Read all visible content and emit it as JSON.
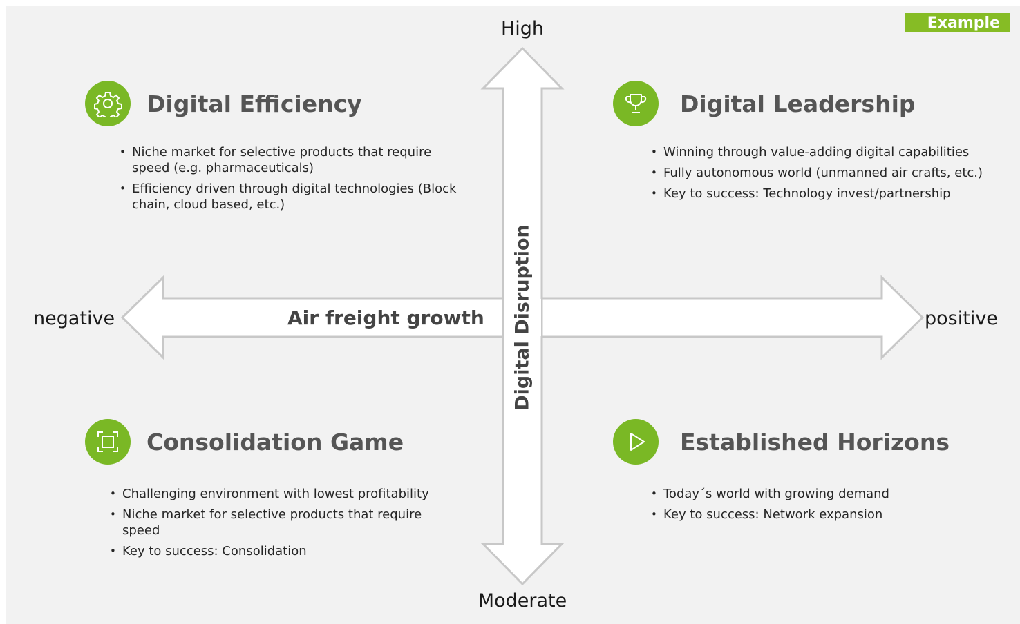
{
  "badge": "Example",
  "axes": {
    "vertical": {
      "top": "High",
      "bottom": "Moderate",
      "title": "Digital Disruption"
    },
    "horizontal": {
      "left": "negative",
      "right": "positive",
      "title": "Air freight growth"
    }
  },
  "quadrants": [
    {
      "title": "Digital Efficiency",
      "icon": "gear-icon",
      "bullets": [
        "Niche market for selective products that require speed (e.g. pharmaceuticals)",
        "Efficiency driven through digital technologies (Block chain, cloud based, etc.)"
      ]
    },
    {
      "title": "Digital Leadership",
      "icon": "trophy-icon",
      "bullets": [
        "Winning through value-adding digital capabilities",
        "Fully autonomous world (unmanned air crafts, etc.)",
        "Key to success: Technology invest/partnership"
      ]
    },
    {
      "title": "Consolidation Game",
      "icon": "frame-icon",
      "bullets": [
        "Challenging environment with lowest profitability",
        "Niche market for selective products that require speed",
        "Key to success: Consolidation"
      ]
    },
    {
      "title": "Established Horizons",
      "icon": "play-icon",
      "bullets": [
        "Today´s world with growing demand",
        "Key to success: Network expansion"
      ]
    }
  ],
  "colors": {
    "accent": "#86bc25",
    "icon_bg": "#7ab825",
    "background": "#f2f2f2"
  }
}
